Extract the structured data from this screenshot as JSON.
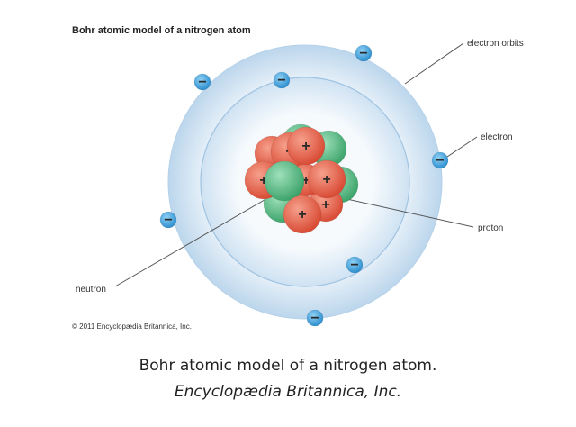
{
  "figure": {
    "title": "Bohr atomic model of a nitrogen atom",
    "credit": "© 2011 Encyclopædia Britannica, Inc.",
    "labels": {
      "electron_orbits": "electron orbits",
      "electron": "electron",
      "proton": "proton",
      "neutron": "neutron"
    },
    "symbols": {
      "electron": "−",
      "proton": "+"
    },
    "colors": {
      "orbit_ring": "#c6dcee",
      "orbit_inner": "#eaf3fa",
      "electron": "#4aa6de",
      "proton": "#e8624d",
      "neutron": "#5cc08a",
      "leader_line": "#555555"
    }
  },
  "caption": {
    "line1": "Bohr atomic model of a nitrogen atom.",
    "line2": "Encyclopædia Britannica, Inc."
  }
}
